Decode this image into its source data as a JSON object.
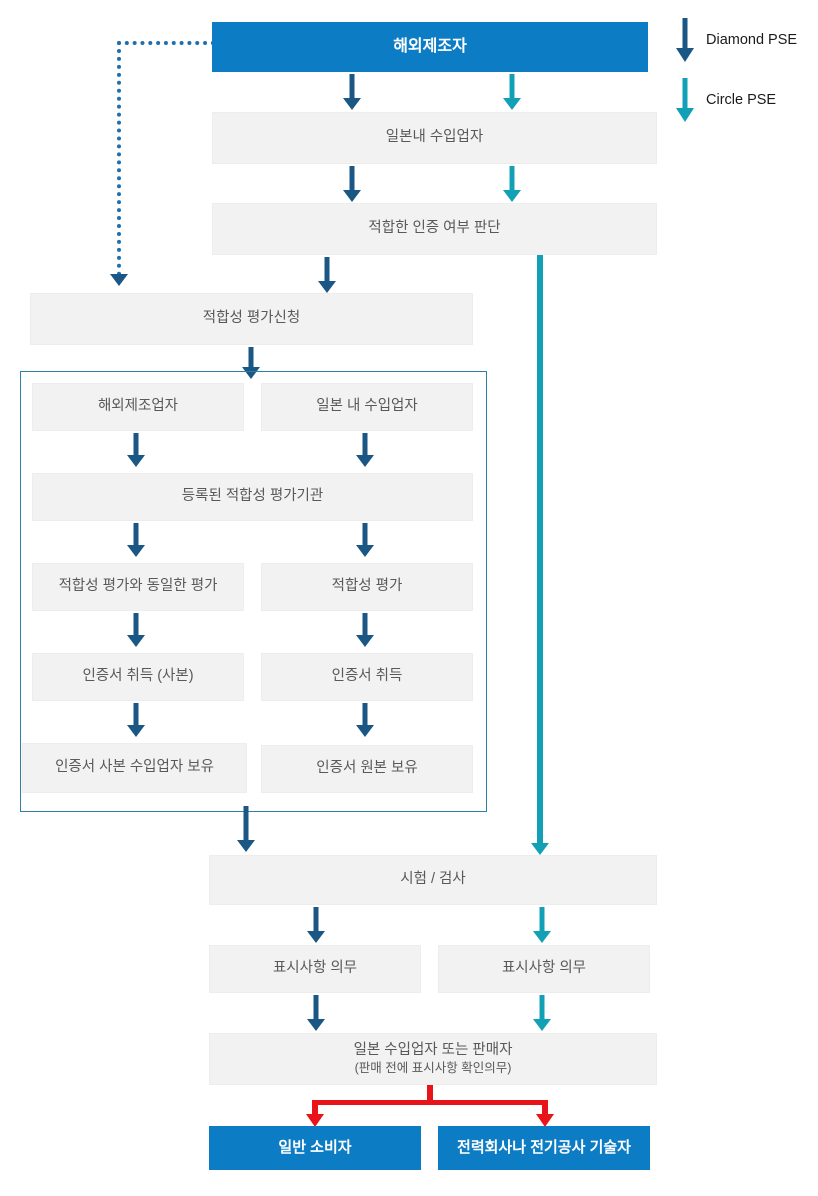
{
  "legend": {
    "items": [
      {
        "label": "Diamond PSE",
        "color": "#1a5784",
        "icon": "down-arrow-icon"
      },
      {
        "label": "Circle PSE",
        "color": "#12a0b6",
        "icon": "down-arrow-icon"
      }
    ]
  },
  "colors": {
    "blue_box": "#0c7cc4",
    "gray_box": "#f2f2f2",
    "diamond_arrow": "#1a5784",
    "circle_arrow": "#12a0b6",
    "red_arrow": "#e8141a",
    "frame_border": "#2e7fa8",
    "dotted_line": "#1f6fae"
  },
  "nodes": {
    "overseas_manufacturer": "해외제조자",
    "japan_importer": "일본내 수입업자",
    "suitability_judgement": "적합한 인증 여부 판단",
    "conformity_application": "적합성 평가신청",
    "overseas_manufacturer_2": "해외제조업자",
    "japan_importer_2": "일본 내 수입업자",
    "registered_body": "등록된 적합성 평가기관",
    "same_evaluation": "적합성 평가와 동일한 평가",
    "conformity_evaluation": "적합성 평가",
    "certificate_copy": "인증서 취득 (사본)",
    "certificate_obtain": "인증서 취득",
    "certificate_copy_held": "인증서 사본 수입업자 보유",
    "certificate_original_held": "인증서 원본 보유",
    "test_inspection": "시험 / 검사",
    "labeling_duty_left": "표시사항 의무",
    "labeling_duty_right": "표시사항 의무",
    "importer_or_seller_line1": "일본 수입업자 또는 판매자",
    "importer_or_seller_line2": "(판매 전에 표시사항 확인의무)",
    "general_consumer": "일반 소비자",
    "power_company": "전력회사나 전기공사 기술자"
  }
}
